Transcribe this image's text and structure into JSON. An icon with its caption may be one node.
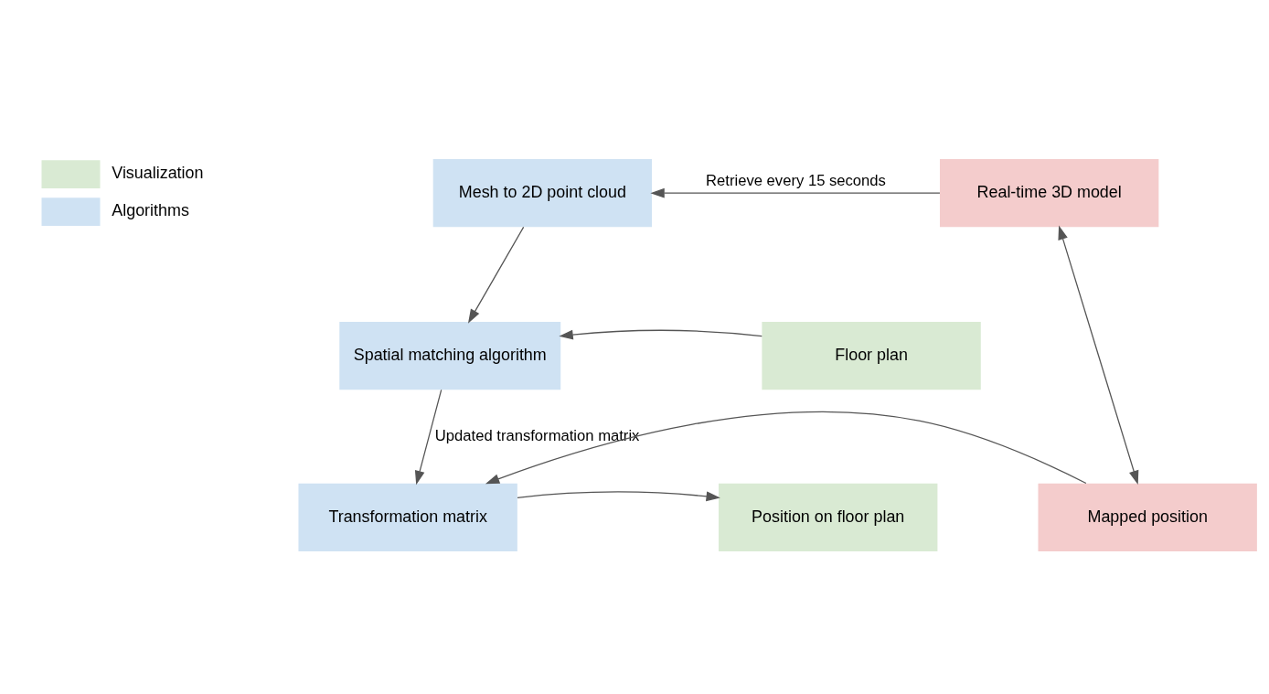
{
  "diagram": {
    "nodes": [
      {
        "text": [
          "Mesh to 2D point cloud"
        ]
      },
      {
        "text": [
          "Real-time 3D model"
        ]
      },
      {
        "text": [
          "Floor plan"
        ]
      },
      {
        "text": [
          "Spatial matching algorithm"
        ]
      },
      {
        "text": [
          "Position on floor plan"
        ]
      },
      {
        "text": [
          "Transformation matrix"
        ]
      },
      {
        "text": [
          "Mapped position"
        ]
      }
    ],
    "edges": [
      {
        "from": 1,
        "to": 0,
        "arrow": "to",
        "label": "Retrieve every 15 seconds"
      },
      {
        "from": 0,
        "to": 3,
        "arrow": "to"
      },
      {
        "from": 2,
        "to": 3,
        "arrow": "to"
      },
      {
        "from": 3,
        "to": 5,
        "arrow": "to",
        "label": "Updated transformation matrix"
      },
      {
        "from": 1,
        "to": 6,
        "arrow": "both"
      },
      {
        "from": 6,
        "to": 5,
        "arrow": "to"
      },
      {
        "from": 5,
        "to": 4,
        "arrow": "to"
      }
    ],
    "legend": [
      {
        "text": "Visualization",
        "color": "#d9ead3"
      },
      {
        "text": "Algorithms",
        "color": "#cfe2f3"
      }
    ]
  }
}
